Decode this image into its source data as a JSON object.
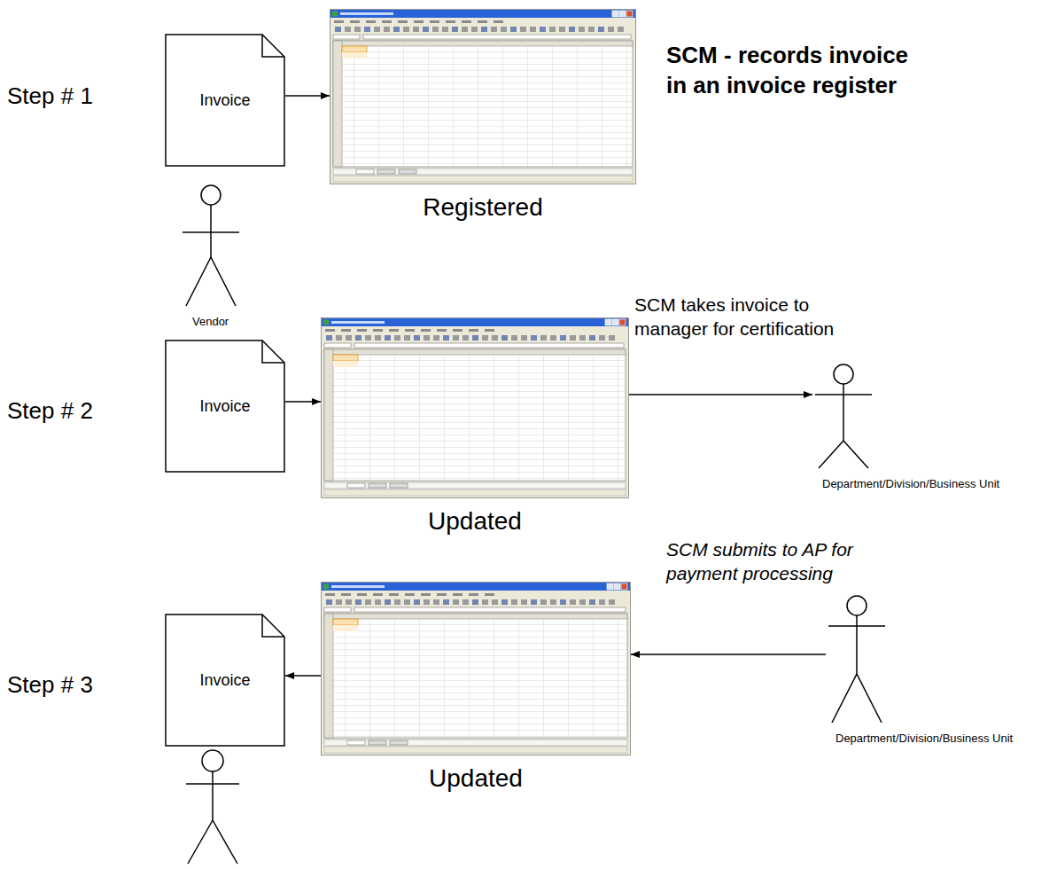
{
  "diagram": {
    "nodes": [
      {
        "text": [
          "Invoice"
        ]
      },
      {
        "text": [
          "Registered"
        ]
      },
      {
        "text": [
          "Vendor"
        ]
      },
      {
        "text": [
          "Invoice"
        ]
      },
      {
        "text": [
          "Updated"
        ]
      },
      {
        "text": [
          "Department/Division/Business Unit"
        ]
      },
      {
        "text": [
          "Invoice"
        ]
      },
      {
        "text": [
          "Updated"
        ]
      },
      {
        "text": [
          "Department/Division/Business Unit"
        ]
      }
    ],
    "edges": [
      {
        "from": 0,
        "to": 1,
        "arrow": "to"
      },
      {
        "from": 3,
        "to": 4,
        "arrow": "to"
      },
      {
        "from": 4,
        "to": 5,
        "arrow": "to"
      },
      {
        "from": 7,
        "to": 6,
        "arrow": "to"
      },
      {
        "from": 8,
        "to": 7,
        "arrow": "to"
      }
    ],
    "labels": [
      "Step # 1",
      "SCM - records invoice in an invoice register",
      "Step # 2",
      "SCM takes invoice to manager for certification",
      "Step # 3",
      "SCM submits to AP for payment processing"
    ]
  }
}
